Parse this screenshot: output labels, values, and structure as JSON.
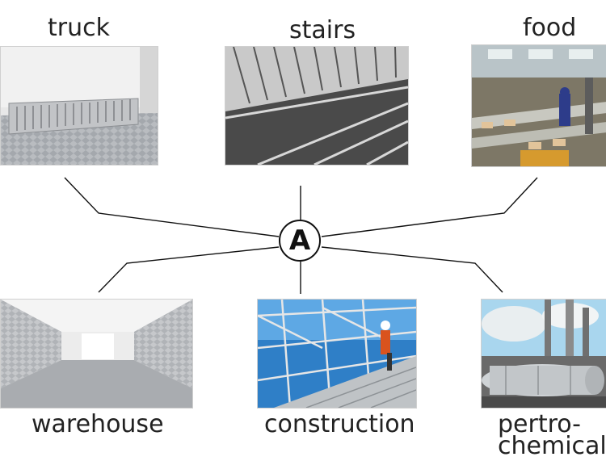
{
  "hub": {
    "letter": "A"
  },
  "applications": [
    {
      "label": "truck",
      "image": "truck-floor-plate-photo"
    },
    {
      "label": "stairs",
      "image": "stair-treads-photo"
    },
    {
      "label": "food",
      "image": "food-factory-photo"
    },
    {
      "label": "warehouse",
      "image": "warehouse-interior-photo"
    },
    {
      "label": "construction",
      "image": "construction-worker-photo"
    },
    {
      "label_line1": "pertro-",
      "label_line2": "chemical",
      "image": "petrochemical-plant-photo"
    }
  ],
  "colors": {
    "line": "#111111",
    "text": "#222222"
  }
}
